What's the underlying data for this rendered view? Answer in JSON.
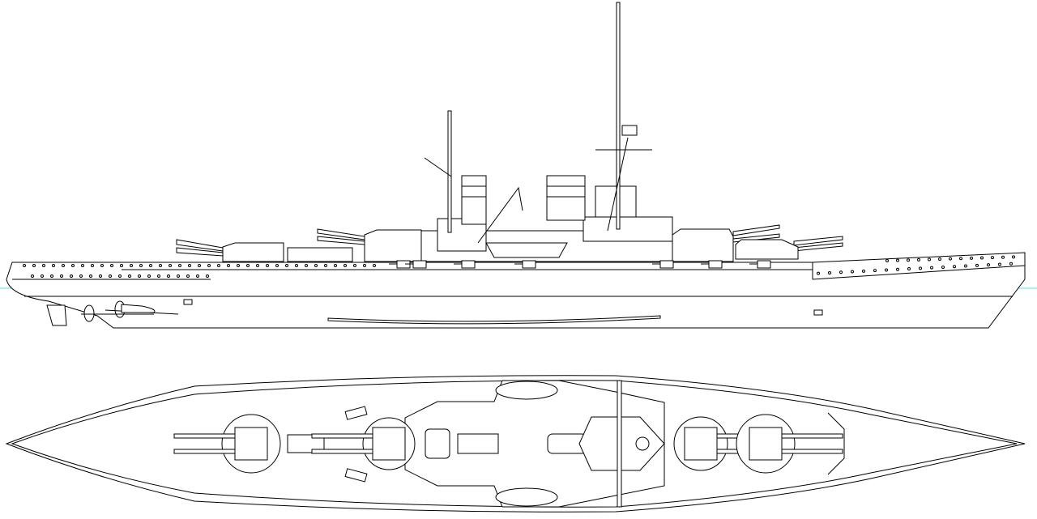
{
  "drawing": {
    "views": [
      "profile",
      "plan"
    ],
    "colors": {
      "line": "#000000",
      "waterline": "#5fe0e8",
      "background": "#ffffff"
    },
    "profile_turrets": 4,
    "plan_turrets": 4,
    "funnels": 2,
    "masts": 2
  }
}
